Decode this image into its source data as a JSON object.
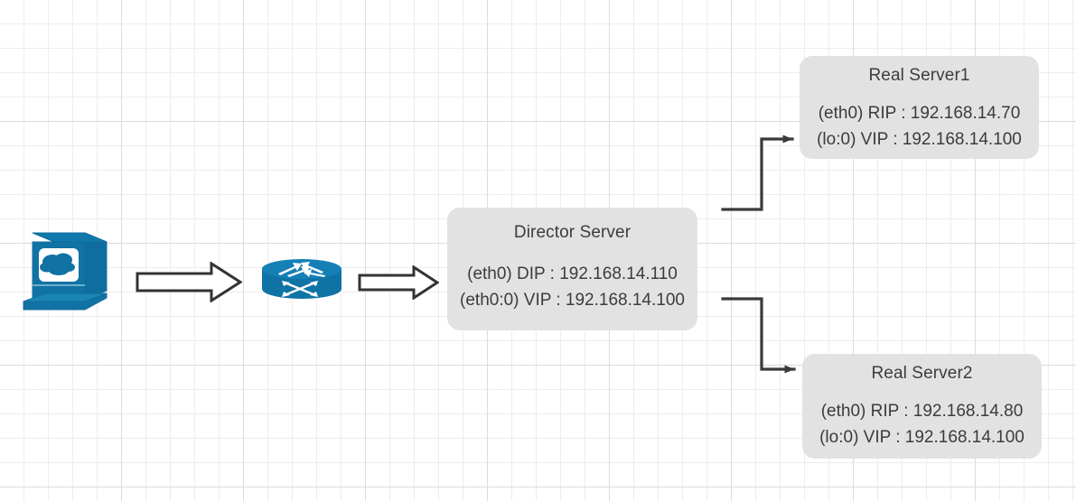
{
  "diagram": {
    "type": "lvs-dr-network-topology",
    "background": {
      "grid_minor_color": "#ededed",
      "grid_major_color": "#dcdcdc",
      "canvas_color": "#ffffff"
    },
    "palette": {
      "node_fill": "#e2e2e2",
      "node_text": "#3c3c3c",
      "connector": "#3a3a3a",
      "device_blue": "#1071a8"
    },
    "nodes": {
      "client": {
        "icon": "computer-cloud-icon",
        "label": ""
      },
      "router": {
        "icon": "router-icon",
        "label": ""
      },
      "director": {
        "title": "Director Server",
        "lines": [
          "(eth0) DIP : 192.168.14.110",
          "(eth0:0) VIP : 192.168.14.100"
        ]
      },
      "real_server_1": {
        "title": "Real Server1",
        "lines": [
          "(eth0) RIP : 192.168.14.70",
          "(lo:0) VIP : 192.168.14.100"
        ]
      },
      "real_server_2": {
        "title": "Real Server2",
        "lines": [
          "(eth0) RIP : 192.168.14.80",
          "(lo:0) VIP : 192.168.14.100"
        ]
      }
    },
    "edges": [
      {
        "name": "client-to-router",
        "style": "block-arrow",
        "label": ""
      },
      {
        "name": "router-to-director",
        "style": "block-arrow",
        "label": ""
      },
      {
        "name": "director-to-real-server-1",
        "style": "orthogonal-arrow",
        "label": ""
      },
      {
        "name": "director-to-real-server-2",
        "style": "orthogonal-arrow",
        "label": ""
      }
    ]
  }
}
